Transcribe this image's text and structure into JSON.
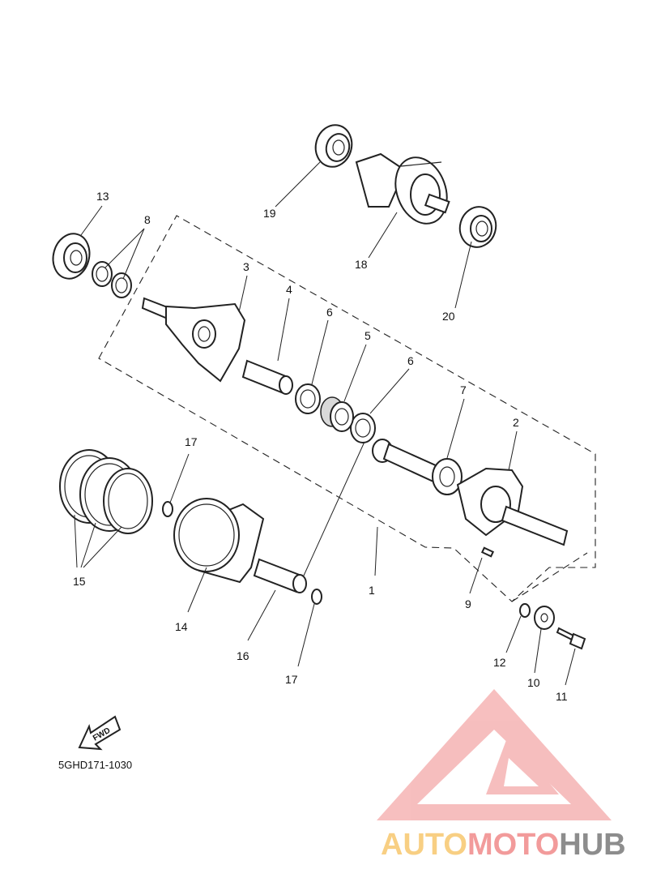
{
  "diagram": {
    "code": "5GHD171-1030",
    "fwd": "FWD",
    "callouts": {
      "c1": "1",
      "c2": "2",
      "c3": "3",
      "c4": "4",
      "c5": "5",
      "c6a": "6",
      "c6b": "6",
      "c7": "7",
      "c8": "8",
      "c9": "9",
      "c10": "10",
      "c11": "11",
      "c12": "12",
      "c13": "13",
      "c14": "14",
      "c15": "15",
      "c16": "16",
      "c17a": "17",
      "c17b": "17",
      "c18": "18",
      "c19": "19",
      "c20": "20"
    }
  },
  "watermark": {
    "part1": "AUTO",
    "part2": "MOTO",
    "part3": "HUB",
    "color_light": "#f7c76e",
    "color_red": "#f08a8a",
    "color_gray": "#7a7a7a"
  }
}
